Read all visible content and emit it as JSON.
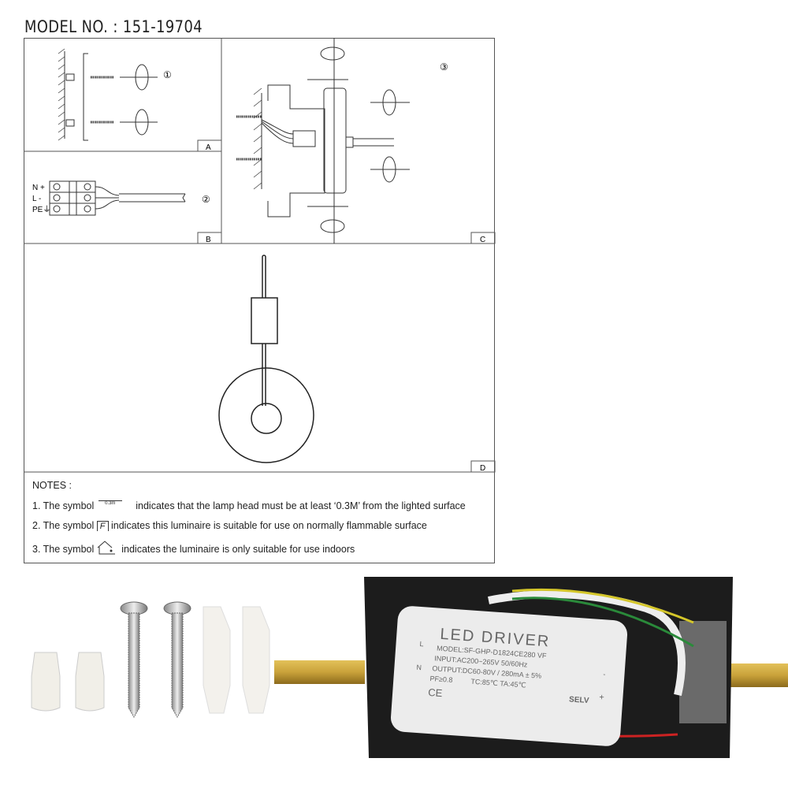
{
  "header": {
    "model_label": "MODEL NO. : 151-19704"
  },
  "panels": {
    "a": {
      "label": "A",
      "step": "①"
    },
    "b": {
      "label": "B",
      "step": "②",
      "terminals": [
        "N +",
        "L -",
        "PE⏚"
      ]
    },
    "c": {
      "label": "C",
      "step": "③"
    },
    "d": {
      "label": "D"
    }
  },
  "notes": {
    "heading": "NOTES :",
    "items": [
      {
        "prefix": "1. The symbol",
        "symbol_text": "0.3m",
        "text": "indicates that the lamp head must be at least ‘0.3M’ from the lighted surface"
      },
      {
        "prefix": "2. The symbol",
        "symbol_text": "F",
        "text": "indicates this luminaire is suitable for use on normally flammable surface"
      },
      {
        "prefix": "3. The symbol",
        "text": "indicates the luminaire is only suitable for use indoors"
      }
    ]
  },
  "driver_label": {
    "title": "LED DRIVER",
    "model": "MODEL:SF-GHP-D1824CE280 VF",
    "input": "INPUT:AC200~265V 50/60Hz",
    "output": "OUTPUT:DC60-80V / 280mA ± 5%",
    "pf": "PF≥0.8",
    "tc_ta": "TC:85℃  TA:45℃",
    "left_marks": [
      "L",
      "N"
    ],
    "right_marks": [
      "-",
      "+"
    ],
    "certs": [
      "CE",
      "SELV"
    ]
  },
  "colors": {
    "line": "#333333",
    "brass": "#c9a23a",
    "housing": "#1c1c1c",
    "driver": "#ececec"
  }
}
